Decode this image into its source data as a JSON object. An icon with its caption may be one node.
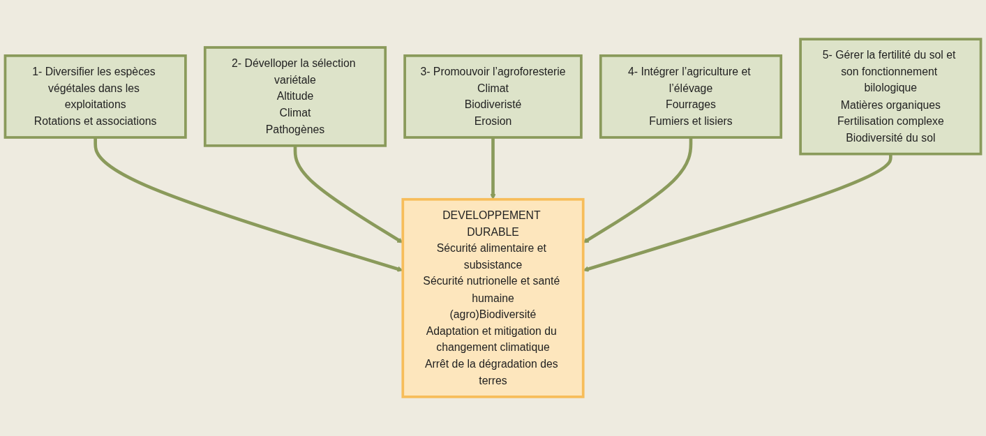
{
  "diagram": {
    "nodes": [
      {
        "text": [
          "1- Diversifier les espèces végétales dans les exploitations",
          "Rotations et associations"
        ]
      },
      {
        "text": [
          "2- Dévelloper la sélection variétale",
          "Altitude",
          "Climat",
          "Pathogènes"
        ]
      },
      {
        "text": [
          "3- Promouvoir l’agroforesterie",
          "Climat",
          "Biodiveristé",
          "Erosion"
        ]
      },
      {
        "text": [
          "4- Intégrer l’agriculture et l’élévage",
          "Fourrages",
          "Fumiers et lisiers"
        ]
      },
      {
        "text": [
          "DEVELOPPEMENT DURABLE",
          "Sécurité alimentaire et subsistance",
          "Sécurité nutrionelle et santé humaine",
          "(agro)Biodiversité",
          "Adaptation et mitigation du changement climatique",
          "Arrêt de la dégradation des terres"
        ]
      },
      {
        "text": [
          "5- Gérer la fertilité du sol et son fonctionnement bilologique",
          "Matières organiques",
          "Fertilisation complexe",
          "Biodiversité du sol"
        ]
      }
    ],
    "edges": [
      {
        "from": 0,
        "to": 4,
        "arrow": "to"
      },
      {
        "from": 1,
        "to": 4,
        "arrow": "to"
      },
      {
        "from": 2,
        "to": 4,
        "arrow": "to"
      },
      {
        "from": 3,
        "to": 4,
        "arrow": "to"
      },
      {
        "from": 5,
        "to": 4,
        "arrow": "to"
      }
    ]
  }
}
